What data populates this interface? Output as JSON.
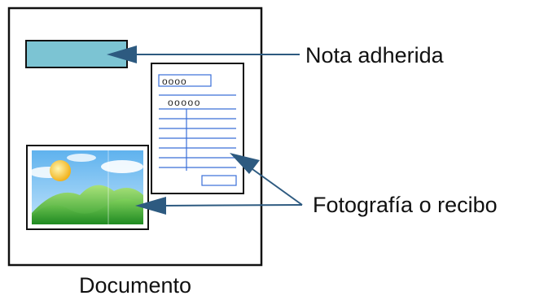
{
  "labels": {
    "sticky_note": "Nota adherida",
    "photo_or_receipt": "Fotografía o recibo",
    "document": "Documento"
  },
  "receipt": {
    "header_small": "oooo",
    "header_large": "ooooo"
  },
  "colors": {
    "sticky_note_fill": "#7cc4d3",
    "arrow": "#2d5a80",
    "receipt_lines": "#3a6fd8",
    "outline": "#111111"
  }
}
